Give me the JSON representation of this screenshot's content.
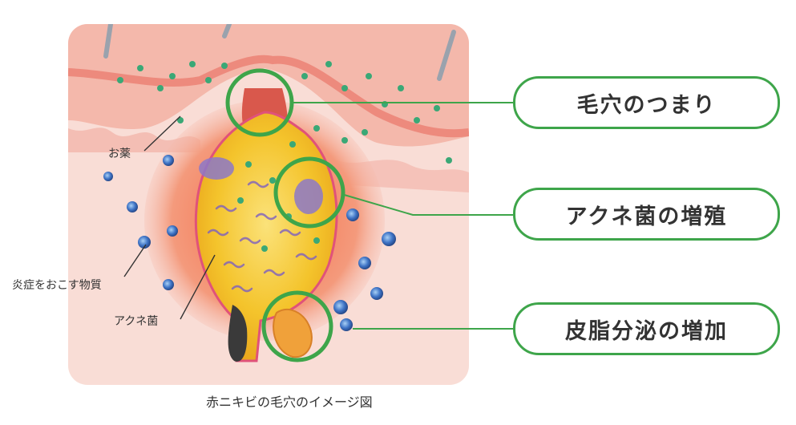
{
  "callouts": [
    {
      "label": "毛穴のつまり"
    },
    {
      "label": "アクネ菌の増殖"
    },
    {
      "label": "皮脂分泌の増加"
    }
  ],
  "annotations": {
    "medicine": "お薬",
    "inflammatory": "炎症をおこす物質",
    "acne_bacteria": "アクネ菌"
  },
  "caption": "赤ニキビの毛穴のイメージ図",
  "colors": {
    "accent_green": "#3ea54a",
    "skin_pink": "#f6c9c0",
    "sebum_yellow": "#f3c229",
    "inflammation_red": "#e8573f",
    "particle_blue": "#3f74c6"
  }
}
